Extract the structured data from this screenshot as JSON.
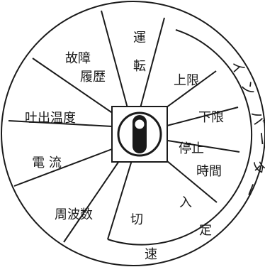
{
  "dial": {
    "segments": {
      "run": "運",
      "rot": "転",
      "upper_limit": "上限",
      "lower_limit": "下限",
      "stop_time_1": "停止",
      "stop_time_2": "時間",
      "on": "入",
      "off": "切",
      "frequency": "周波数",
      "current": "電 流",
      "discharge_temp": "吐出温度",
      "fault_history_1": "故障",
      "fault_history_2": "履歴"
    },
    "outer_ring": {
      "inverter": [
        "イ",
        "ン",
        "バ",
        "ー",
        "タ",
        "ー"
      ],
      "constant_speed_1": "定",
      "constant_speed_2": "速"
    }
  }
}
